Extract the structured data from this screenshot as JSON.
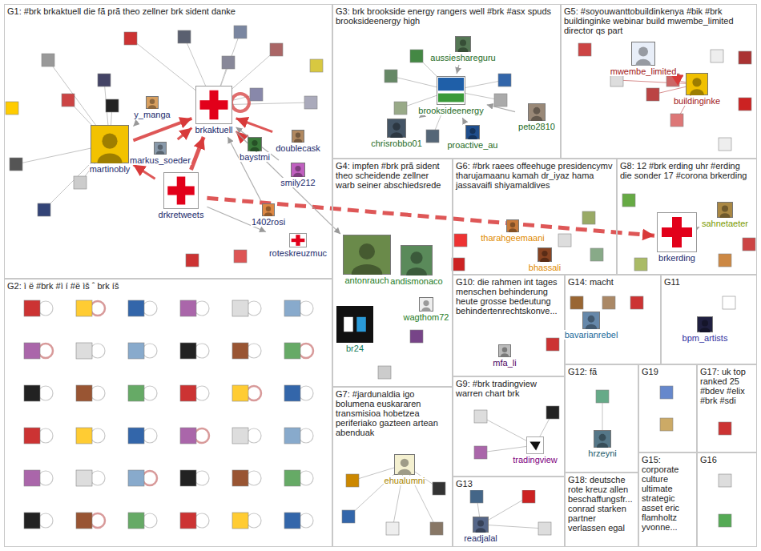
{
  "diagram": {
    "nodes": [
      {
        "text": [
          "G1: #brk brkaktuell die fã prã theo zellner brk sident danke"
        ]
      },
      {
        "text": [
          "G2: ì ë #brk #ì í #ë ìš ˆ brk íš"
        ]
      },
      {
        "text": [
          "G3: brk brookside energy rangers well #brk #asx spuds brooksideenergy high"
        ]
      },
      {
        "text": [
          "G4: impfen #brk prã sident theo scheidende zellner warb seiner abschiedsrede"
        ]
      },
      {
        "text": [
          "G5: #soyouwanttobuildinkenya #bik #brk buildinginke webinar build mwembe_limited director qs part"
        ]
      },
      {
        "text": [
          "G6: #brk raees offeehuge presidencymv tharujamaanu kamah dr_iyaz hama jassavaifi shiyamaldives"
        ]
      },
      {
        "text": [
          "G7: #jardunaldia igo bolumena euskararen transmisioa hobetzea periferiako gazteen artean abenduak"
        ]
      },
      {
        "text": [
          "G8: 12 #brk erding uhr #erding die sonder 17 #corona brkerding"
        ]
      },
      {
        "text": [
          "G9: #brk tradingview warren chart brk"
        ]
      },
      {
        "text": [
          "G10: die rahmen int tages menschen behinderung heute grosse bedeutung behindertenrechtskonve..."
        ]
      },
      {
        "text": [
          "G11"
        ]
      },
      {
        "text": [
          "G12: fã"
        ]
      },
      {
        "text": [
          "G13"
        ]
      },
      {
        "text": [
          "G14: macht"
        ]
      },
      {
        "text": [
          "G15: corporate culture ultimate strategic asset eric flamholtz yvonne..."
        ]
      },
      {
        "text": [
          "G16"
        ]
      },
      {
        "text": [
          "G17: uk top ranked 25 #bdev #elix #brk #sdi"
        ]
      },
      {
        "text": [
          "G18: deutsche rote kreuz allen beschaffungsfr... conrad starken partner verlassen egal"
        ]
      },
      {
        "text": [
          "G19"
        ]
      },
      {
        "text": [
          "brkaktuell"
        ],
        "in": 0
      },
      {
        "text": [
          "martinobly"
        ],
        "in": 0
      },
      {
        "text": [
          "y_manga"
        ],
        "in": 0
      },
      {
        "text": [
          "markus_soeder"
        ],
        "in": 0
      },
      {
        "text": [
          "baystmi"
        ],
        "in": 0
      },
      {
        "text": [
          "doublecask"
        ],
        "in": 0
      },
      {
        "text": [
          "drkretweets"
        ],
        "in": 0
      },
      {
        "text": [
          "smily212"
        ],
        "in": 0
      },
      {
        "text": [
          "1402rosi"
        ],
        "in": 0
      },
      {
        "text": [
          "roteskreuzmuc"
        ],
        "in": 0
      },
      {
        "text": [
          "aussieshareguru"
        ],
        "in": 2
      },
      {
        "text": [
          "brooksideenergy"
        ],
        "in": 2
      },
      {
        "text": [
          "proactive_au"
        ],
        "in": 2
      },
      {
        "text": [
          "chrisrobbo01"
        ],
        "in": 2
      },
      {
        "text": [
          "peto2810"
        ],
        "in": 2
      },
      {
        "text": [
          "mwembe_limited"
        ],
        "in": 4
      },
      {
        "text": [
          "buildinginke"
        ],
        "in": 4
      },
      {
        "text": [
          "antonrauch"
        ],
        "in": 3
      },
      {
        "text": [
          "andismonaco"
        ],
        "in": 3
      },
      {
        "text": [
          "wagthom72"
        ],
        "in": 3
      },
      {
        "text": [
          "br24"
        ],
        "in": 3
      },
      {
        "text": [
          "tharahgeemaani"
        ],
        "in": 5
      },
      {
        "text": [
          "bhassali"
        ],
        "in": 5
      },
      {
        "text": [
          "sahnetaeter"
        ],
        "in": 7
      },
      {
        "text": [
          "brkerding"
        ],
        "in": 7
      },
      {
        "text": [
          "mfa_li"
        ],
        "in": 9
      },
      {
        "text": [
          "bavarianrebel"
        ],
        "in": 13
      },
      {
        "text": [
          "bpm_artists"
        ],
        "in": 10
      },
      {
        "text": [
          "ehualumni"
        ],
        "in": 6
      },
      {
        "text": [
          "tradingview"
        ],
        "in": 8
      },
      {
        "text": [
          "hrzeyni"
        ],
        "in": 11
      },
      {
        "text": [
          "readjalal"
        ],
        "in": 12
      }
    ],
    "edges": [
      {
        "from": 20,
        "to": 19,
        "arrow": "to"
      },
      {
        "from": 25,
        "to": 19,
        "arrow": "to"
      },
      {
        "from": 22,
        "to": 19,
        "arrow": "to"
      },
      {
        "from": 23,
        "to": 19,
        "arrow": "to"
      },
      {
        "from": 24,
        "to": 19,
        "arrow": "to"
      },
      {
        "from": 26,
        "to": 19,
        "arrow": "to"
      },
      {
        "from": 25,
        "to": 20,
        "arrow": "to"
      },
      {
        "from": 25,
        "to": 28,
        "arrow": "to"
      },
      {
        "from": 25,
        "to": 43,
        "arrow": "to"
      },
      {
        "from": 19,
        "to": 36,
        "arrow": "to"
      },
      {
        "from": 29,
        "to": 30,
        "arrow": "to"
      },
      {
        "from": 31,
        "to": 30,
        "arrow": "to"
      },
      {
        "from": 32,
        "to": 30,
        "arrow": "to"
      },
      {
        "from": 33,
        "to": 30,
        "arrow": "to"
      },
      {
        "from": 34,
        "to": 35,
        "arrow": "to"
      },
      {
        "from": 42,
        "to": 43,
        "arrow": "to"
      },
      {
        "from": 27,
        "to": 19,
        "arrow": "to"
      },
      {
        "from": 21,
        "to": 20,
        "arrow": "to"
      }
    ]
  }
}
